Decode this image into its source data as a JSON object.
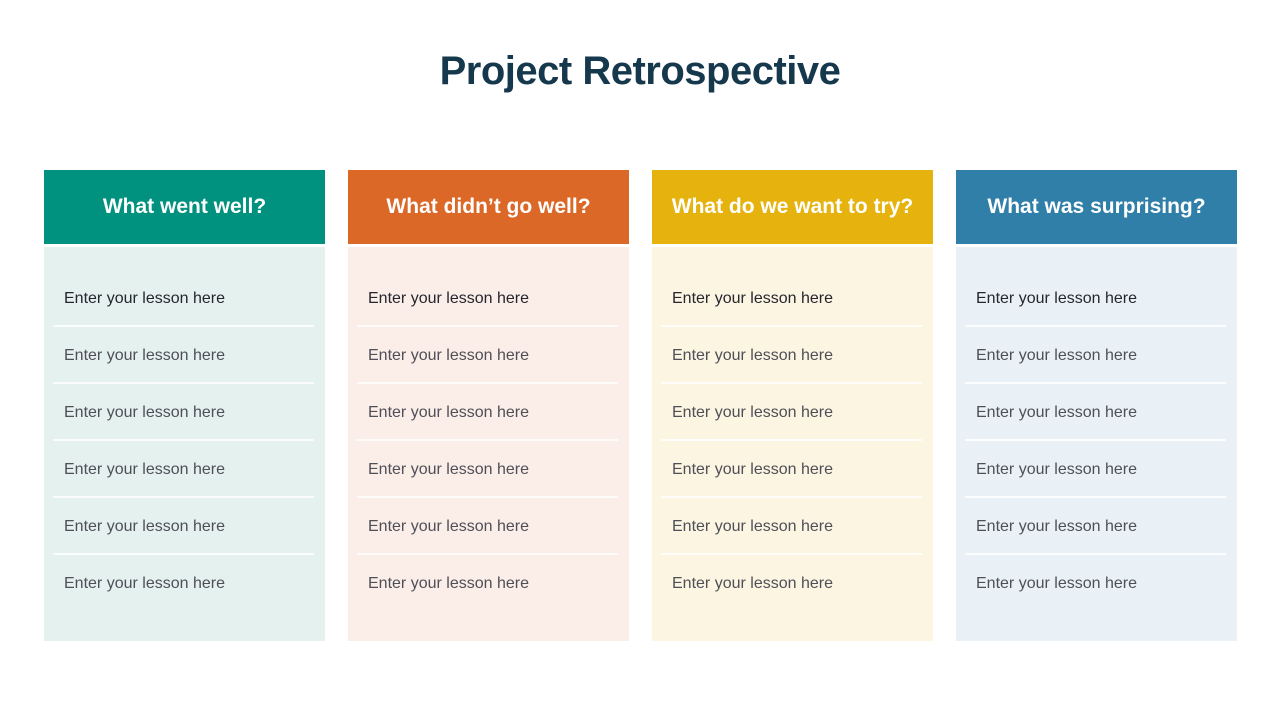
{
  "page": {
    "title": "Project Retrospective",
    "title_color": "#16384D",
    "background_color": "#FFFFFF"
  },
  "columns": [
    {
      "id": "went-well",
      "header": "What went well?",
      "header_color": "#00927E",
      "header_text_color": "#FFFFFF",
      "body_color": "#E4F1EF",
      "rows": [
        "Enter your lesson here",
        "Enter your lesson here",
        "Enter your lesson here",
        "Enter your lesson here",
        "Enter your lesson here",
        "Enter your lesson here"
      ]
    },
    {
      "id": "didnt-go-well",
      "header": "What didn’t go well?",
      "header_color": "#DC6828",
      "header_text_color": "#FFFFFF",
      "body_color": "#FBEDE8",
      "rows": [
        "Enter your lesson here",
        "Enter your lesson here",
        "Enter your lesson here",
        "Enter your lesson here",
        "Enter your lesson here",
        "Enter your lesson here"
      ]
    },
    {
      "id": "want-to-try",
      "header": "What do we want to try?",
      "header_color": "#E6B30E",
      "header_text_color": "#FFFFFF",
      "body_color": "#FBF5E2",
      "rows": [
        "Enter your lesson here",
        "Enter your lesson here",
        "Enter your lesson here",
        "Enter your lesson here",
        "Enter your lesson here",
        "Enter your lesson here"
      ]
    },
    {
      "id": "surprising",
      "header": "What was surprising?",
      "header_color": "#2F7FA8",
      "header_text_color": "#FFFFFF",
      "body_color": "#E9F1F7",
      "rows": [
        "Enter your lesson here",
        "Enter your lesson here",
        "Enter your lesson here",
        "Enter your lesson here",
        "Enter your lesson here",
        "Enter your lesson here"
      ]
    }
  ]
}
